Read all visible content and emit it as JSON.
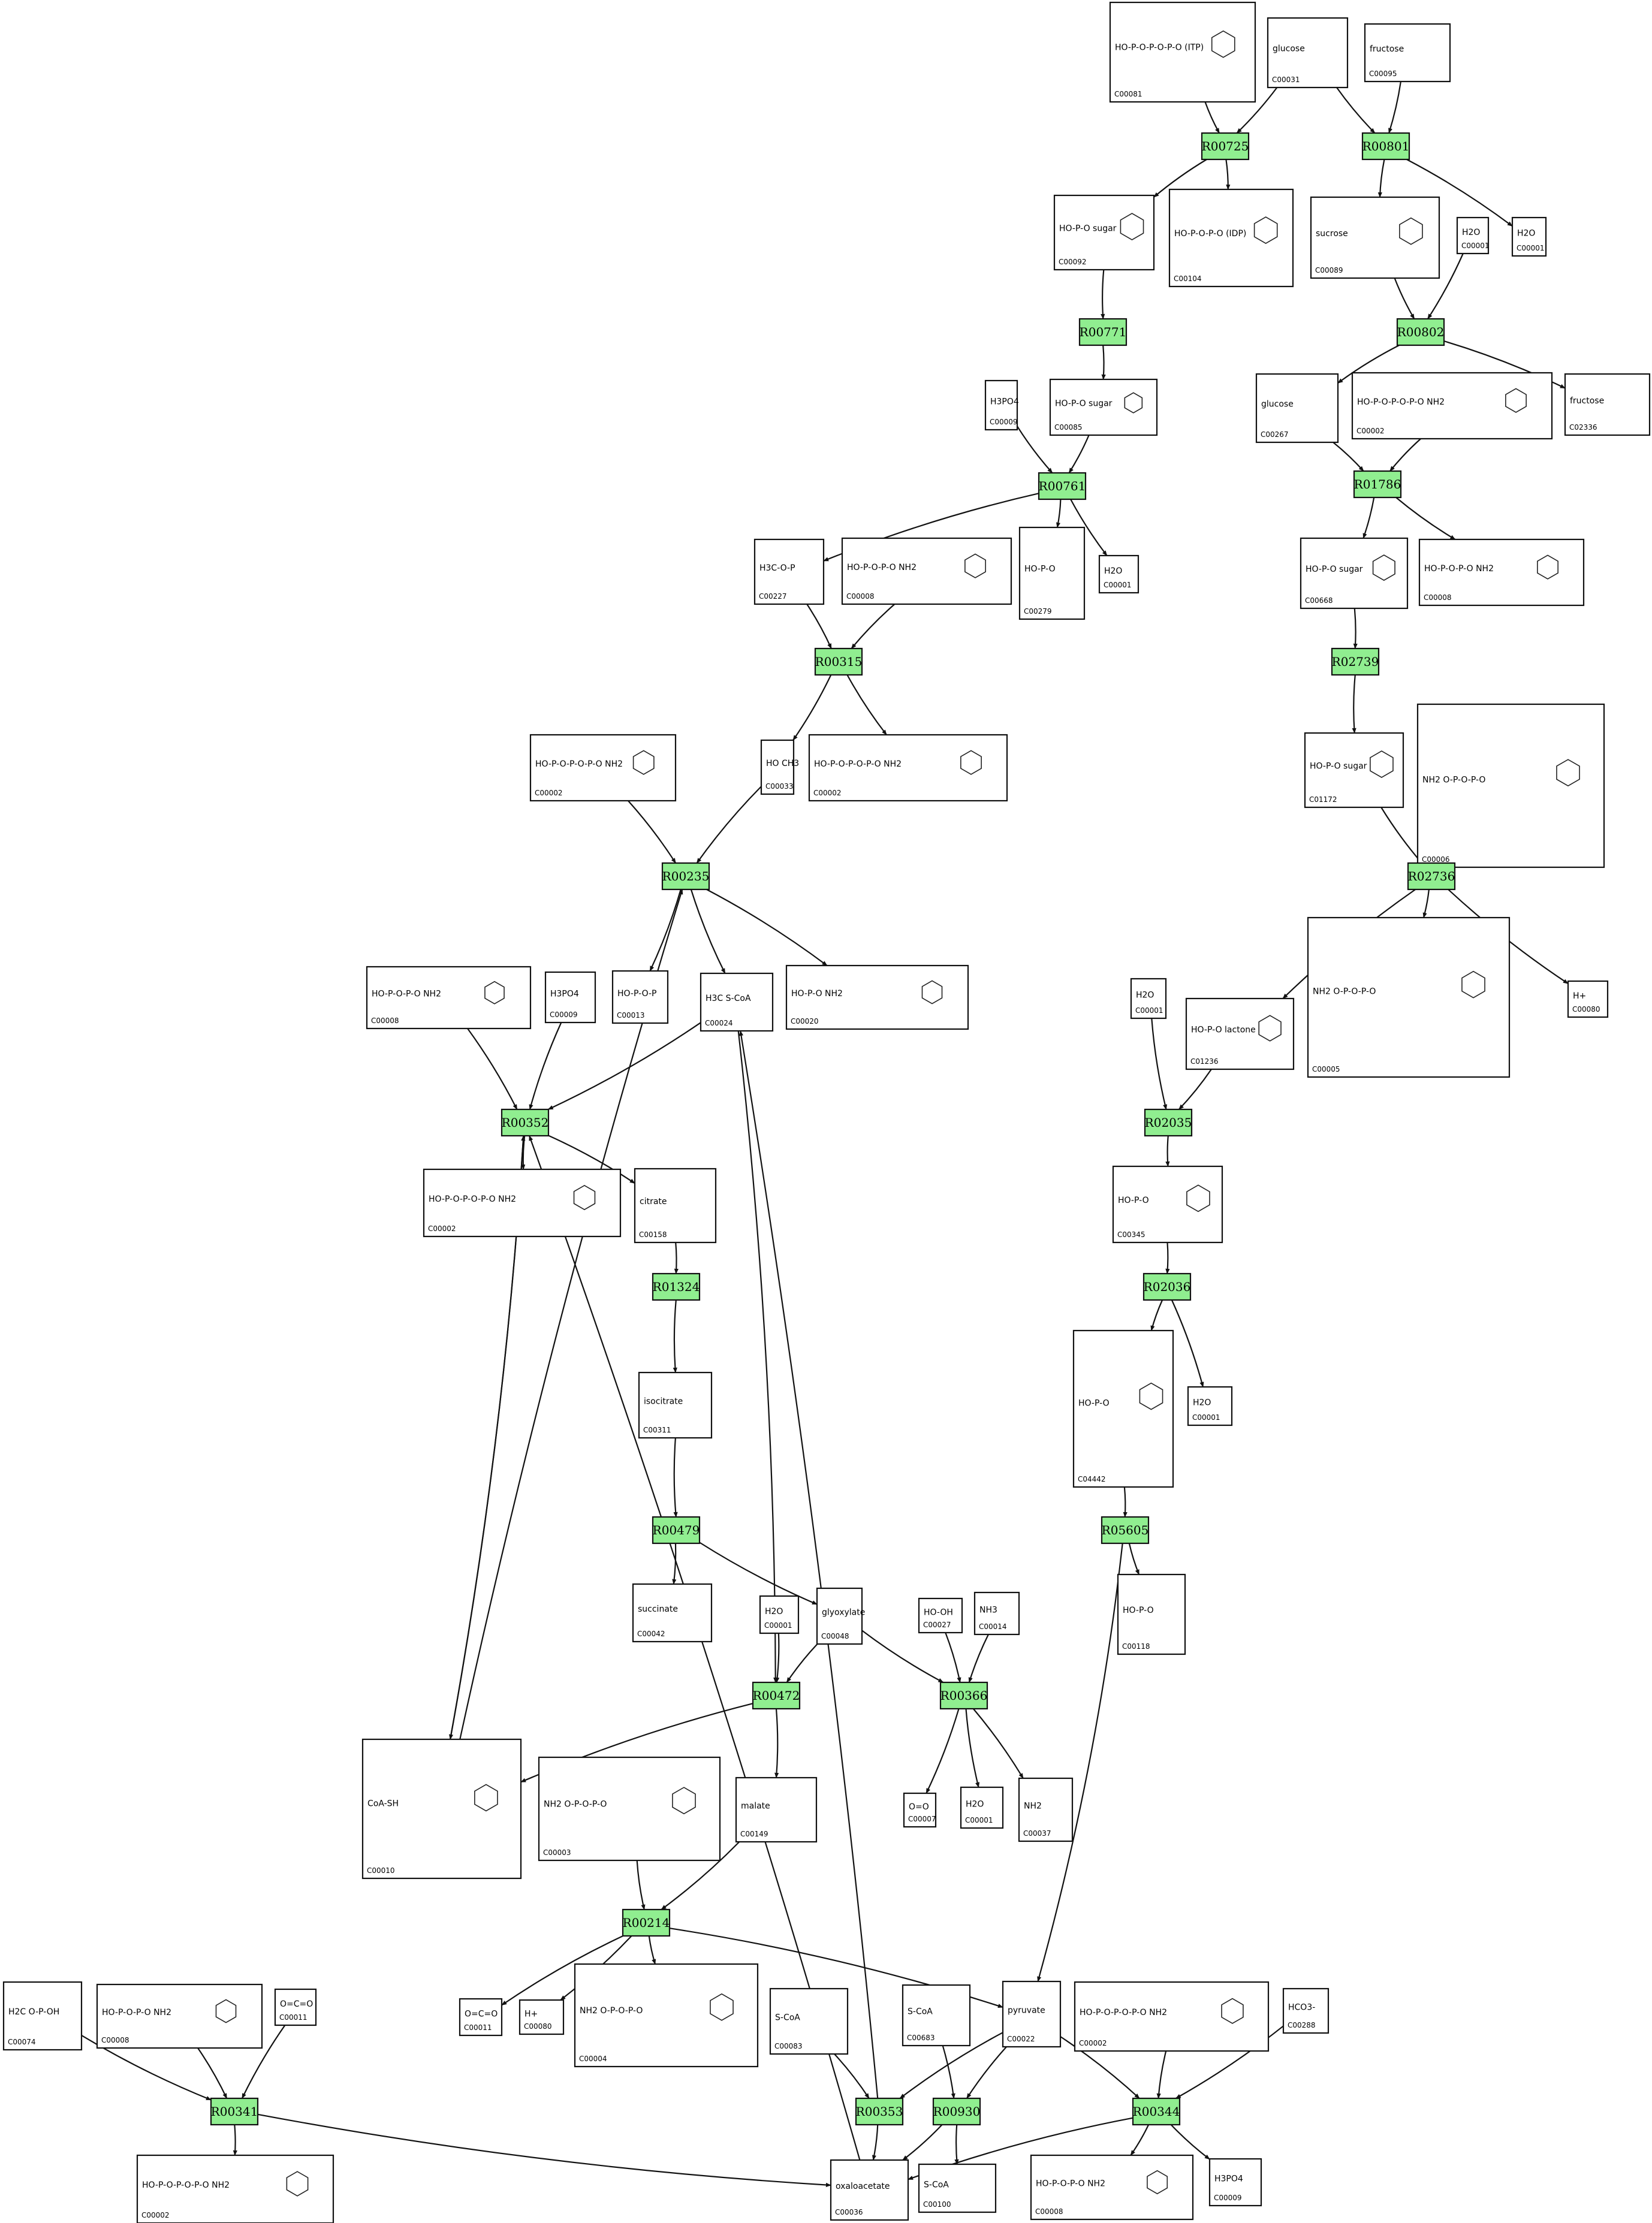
{
  "colors": {
    "reaction_fill": "#90ee90",
    "compound_border": "#111111",
    "edge": "#111111",
    "background": "#ffffff"
  },
  "reactions": [
    {
      "id": "R00725"
    },
    {
      "id": "R00801"
    },
    {
      "id": "R00771"
    },
    {
      "id": "R00802"
    },
    {
      "id": "R00761"
    },
    {
      "id": "R01786"
    },
    {
      "id": "R00315"
    },
    {
      "id": "R02739"
    },
    {
      "id": "R00235"
    },
    {
      "id": "R02736"
    },
    {
      "id": "R00352"
    },
    {
      "id": "R02035"
    },
    {
      "id": "R01324"
    },
    {
      "id": "R02036"
    },
    {
      "id": "R00479"
    },
    {
      "id": "R05605"
    },
    {
      "id": "R00472"
    },
    {
      "id": "R00366"
    },
    {
      "id": "R00214"
    },
    {
      "id": "R00341"
    },
    {
      "id": "R00353"
    },
    {
      "id": "R00930"
    },
    {
      "id": "R00344"
    }
  ],
  "compounds": [
    {
      "key": "n1",
      "id": "C00081",
      "hint": "HO-P-O-P-O-P-O (ITP)"
    },
    {
      "key": "n2",
      "id": "C00031",
      "hint": "glucose"
    },
    {
      "key": "n3",
      "id": "C00095",
      "hint": "fructose"
    },
    {
      "key": "n4",
      "id": "C00092",
      "hint": "HO-P-O sugar"
    },
    {
      "key": "n5",
      "id": "C00104",
      "hint": "HO-P-O-P-O (IDP)"
    },
    {
      "key": "n6",
      "id": "C00089",
      "hint": "sucrose"
    },
    {
      "key": "n7",
      "id": "C00001",
      "hint": "H2O"
    },
    {
      "key": "n8",
      "id": "C00001",
      "hint": "H2O"
    },
    {
      "key": "n9",
      "id": "C00009",
      "hint": "H3PO4"
    },
    {
      "key": "n10",
      "id": "C00085",
      "hint": "HO-P-O sugar"
    },
    {
      "key": "n11",
      "id": "C00267",
      "hint": "glucose"
    },
    {
      "key": "n12",
      "id": "C00002",
      "hint": "HO-P-O-P-O-P-O NH2"
    },
    {
      "key": "n13",
      "id": "C02336",
      "hint": "fructose"
    },
    {
      "key": "n14",
      "id": "C00227",
      "hint": "H3C-O-P"
    },
    {
      "key": "n15",
      "id": "C00008",
      "hint": "HO-P-O-P-O NH2"
    },
    {
      "key": "n16",
      "id": "C00279",
      "hint": "HO-P-O"
    },
    {
      "key": "n17",
      "id": "C00001",
      "hint": "H2O"
    },
    {
      "key": "n18",
      "id": "C00668",
      "hint": "HO-P-O sugar"
    },
    {
      "key": "n19",
      "id": "C00008",
      "hint": "HO-P-O-P-O NH2"
    },
    {
      "key": "n20",
      "id": "C00002",
      "hint": "HO-P-O-P-O-P-O NH2"
    },
    {
      "key": "n21",
      "id": "C00033",
      "hint": "HO CH3"
    },
    {
      "key": "n22",
      "id": "C00002",
      "hint": "HO-P-O-P-O-P-O NH2"
    },
    {
      "key": "n23",
      "id": "C01172",
      "hint": "HO-P-O sugar"
    },
    {
      "key": "n24",
      "id": "C00006",
      "hint": "NH2 O-P-O-P-O"
    },
    {
      "key": "n25",
      "id": "C00008",
      "hint": "HO-P-O-P-O NH2"
    },
    {
      "key": "n26",
      "id": "C00009",
      "hint": "H3PO4"
    },
    {
      "key": "n27",
      "id": "C00013",
      "hint": "HO-P-O-P"
    },
    {
      "key": "n28",
      "id": "C00024",
      "hint": "H3C S-CoA"
    },
    {
      "key": "n29",
      "id": "C00020",
      "hint": "HO-P-O NH2"
    },
    {
      "key": "n30",
      "id": "C00001",
      "hint": "H2O"
    },
    {
      "key": "n31",
      "id": "C01236",
      "hint": "HO-P-O lactone"
    },
    {
      "key": "n32",
      "id": "C00005",
      "hint": "NH2 O-P-O-P-O"
    },
    {
      "key": "n33",
      "id": "C00080",
      "hint": "H+"
    },
    {
      "key": "n34",
      "id": "C00002",
      "hint": "HO-P-O-P-O-P-O NH2"
    },
    {
      "key": "n35",
      "id": "C00158",
      "hint": "citrate"
    },
    {
      "key": "n36",
      "id": "C00345",
      "hint": "HO-P-O"
    },
    {
      "key": "n37",
      "id": "C00311",
      "hint": "isocitrate"
    },
    {
      "key": "n38",
      "id": "C04442",
      "hint": "HO-P-O"
    },
    {
      "key": "n39",
      "id": "C00001",
      "hint": "H2O"
    },
    {
      "key": "n40",
      "id": "C00042",
      "hint": "succinate"
    },
    {
      "key": "n41",
      "id": "C00001",
      "hint": "H2O"
    },
    {
      "key": "n42",
      "id": "C00048",
      "hint": "glyoxylate"
    },
    {
      "key": "n43",
      "id": "C00027",
      "hint": "HO-OH"
    },
    {
      "key": "n44",
      "id": "C00014",
      "hint": "NH3"
    },
    {
      "key": "n45",
      "id": "C00118",
      "hint": "HO-P-O"
    },
    {
      "key": "n46",
      "id": "C00010",
      "hint": "CoA-SH"
    },
    {
      "key": "n47",
      "id": "C00003",
      "hint": "NH2 O-P-O-P-O"
    },
    {
      "key": "n48",
      "id": "C00149",
      "hint": "malate"
    },
    {
      "key": "n49",
      "id": "C00007",
      "hint": "O=O"
    },
    {
      "key": "n50",
      "id": "C00001",
      "hint": "H2O"
    },
    {
      "key": "n51",
      "id": "C00037",
      "hint": "NH2"
    },
    {
      "key": "n52",
      "id": "C00074",
      "hint": "H2C O-P-OH"
    },
    {
      "key": "n53",
      "id": "C00008",
      "hint": "HO-P-O-P-O NH2"
    },
    {
      "key": "n54",
      "id": "C00011",
      "hint": "O=C=O"
    },
    {
      "key": "n55",
      "id": "C00011",
      "hint": "O=C=O"
    },
    {
      "key": "n56",
      "id": "C00080",
      "hint": "H+"
    },
    {
      "key": "n57",
      "id": "C00004",
      "hint": "NH2 O-P-O-P-O"
    },
    {
      "key": "n58",
      "id": "C00083",
      "hint": "S-CoA"
    },
    {
      "key": "n59",
      "id": "C00683",
      "hint": "S-CoA"
    },
    {
      "key": "n60",
      "id": "C00022",
      "hint": "pyruvate"
    },
    {
      "key": "n61",
      "id": "C00002",
      "hint": "HO-P-O-P-O-P-O NH2"
    },
    {
      "key": "n62",
      "id": "C00288",
      "hint": "HCO3-"
    },
    {
      "key": "n63",
      "id": "C00002",
      "hint": "HO-P-O-P-O-P-O NH2"
    },
    {
      "key": "n64",
      "id": "C00036",
      "hint": "oxaloacetate"
    },
    {
      "key": "n65",
      "id": "C00100",
      "hint": "S-CoA"
    },
    {
      "key": "n66",
      "id": "C00008",
      "hint": "HO-P-O-P-O NH2"
    },
    {
      "key": "n67",
      "id": "C00009",
      "hint": "H3PO4"
    }
  ]
}
